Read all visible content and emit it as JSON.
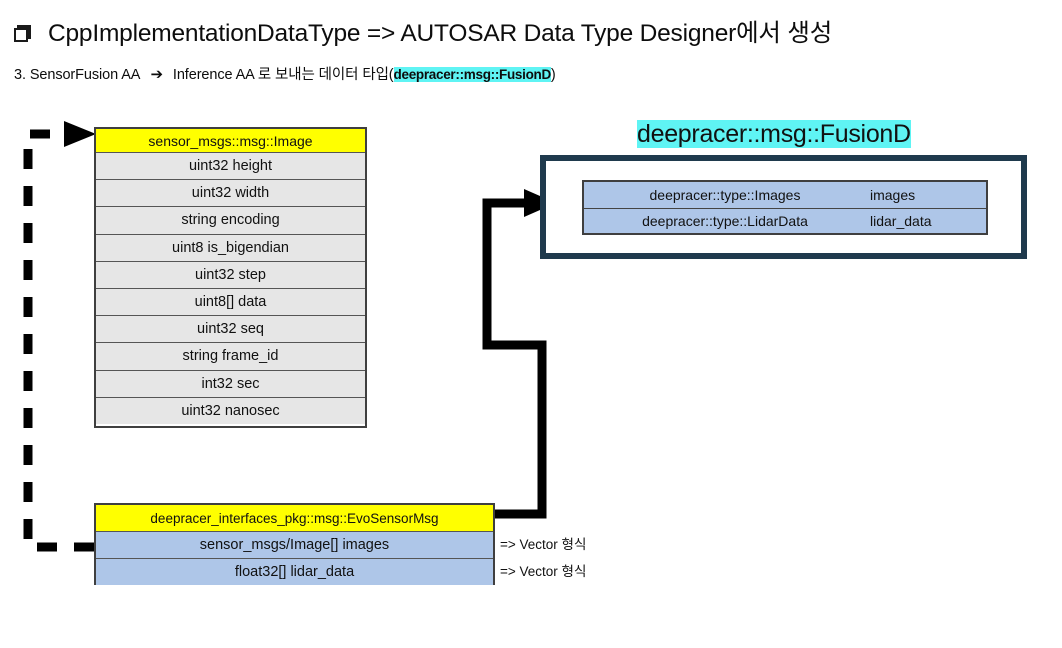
{
  "header": {
    "bullet_icon": "square-bullet-icon",
    "title": "CppImplementationDataType => AUTOSAR Data Type Designer에서 생성",
    "subtitle": {
      "prefix": "3. SensorFusion AA",
      "arrow": "➔",
      "middle": "Inference AA 로 보내는 데이터 타입(",
      "highlight": "deepracer::msg::FusionD",
      "suffix": ")"
    }
  },
  "image_struct": {
    "name": "sensor_msgs::msg::Image",
    "fields": [
      "uint32 height",
      "uint32 width",
      "string encoding",
      "uint8 is_bigendian",
      "uint32 step",
      "uint8[] data",
      "uint32 seq",
      "string frame_id",
      "int32 sec",
      "uint32 nanosec"
    ]
  },
  "evosensor_struct": {
    "name": "deepracer_interfaces_pkg::msg::EvoSensorMsg",
    "fields": [
      "sensor_msgs/Image[] images",
      "float32[] lidar_data"
    ],
    "notes": [
      "=> Vector 형식",
      "=> Vector 형식"
    ]
  },
  "fusiond_struct": {
    "title": "deepracer::msg::FusionD",
    "rows": [
      {
        "type": "deepracer::type::Images",
        "field": "images"
      },
      {
        "type": "deepracer::type::LidarData",
        "field": "lidar_data"
      }
    ]
  },
  "colors": {
    "header_yellow": "#ffff00",
    "row_grey": "#e6e6e6",
    "row_blue": "#aec6e8",
    "highlight_cyan": "#5ff4f4",
    "outer_box_navy": "#1f3a4d",
    "connector_black": "#000000"
  },
  "connectors": [
    {
      "name": "dashed-images-to-image-struct",
      "style": "dashed",
      "from": "evosensor_struct.images row (left edge)",
      "to": "image_struct header (left edge)"
    },
    {
      "name": "solid-evosensor-to-fusiond",
      "style": "solid",
      "from": "evosensor_struct (top-right)",
      "to": "fusiond outer box (left edge)"
    }
  ]
}
